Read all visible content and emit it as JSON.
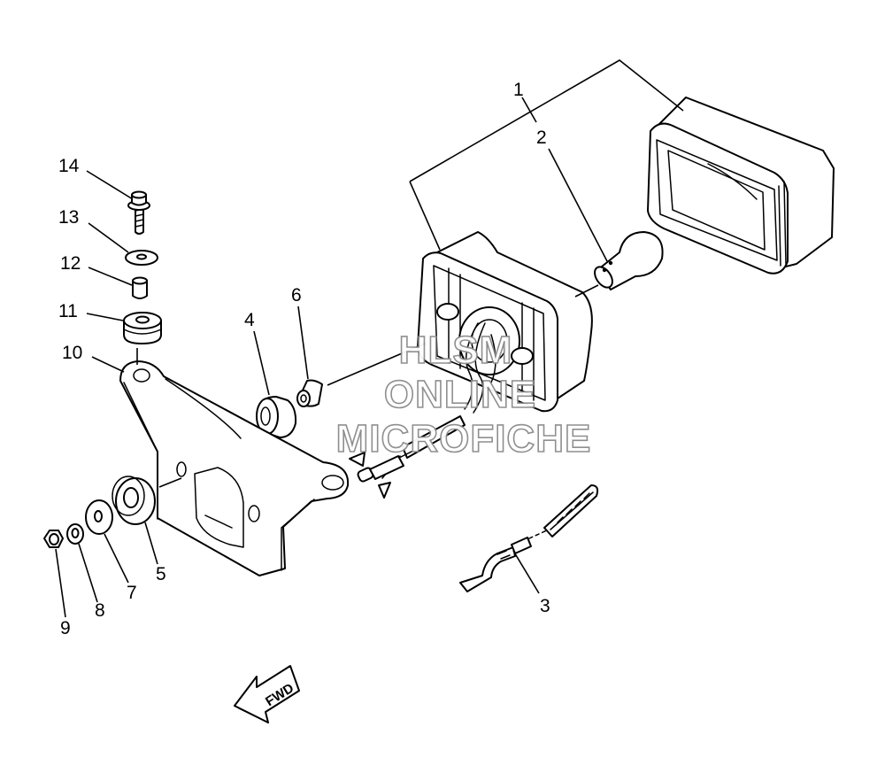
{
  "callouts": {
    "c1": "1",
    "c2": "2",
    "c3": "3",
    "c4": "4",
    "c5": "5",
    "c6": "6",
    "c7": "7",
    "c8": "8",
    "c9": "9",
    "c10": "10",
    "c11": "11",
    "c12": "12",
    "c13": "13",
    "c14": "14"
  },
  "watermark": {
    "line1": "HLSM",
    "line2": "ONLINE",
    "line3": "MICROFICHE"
  },
  "direction_arrow": {
    "label": "FWD"
  }
}
